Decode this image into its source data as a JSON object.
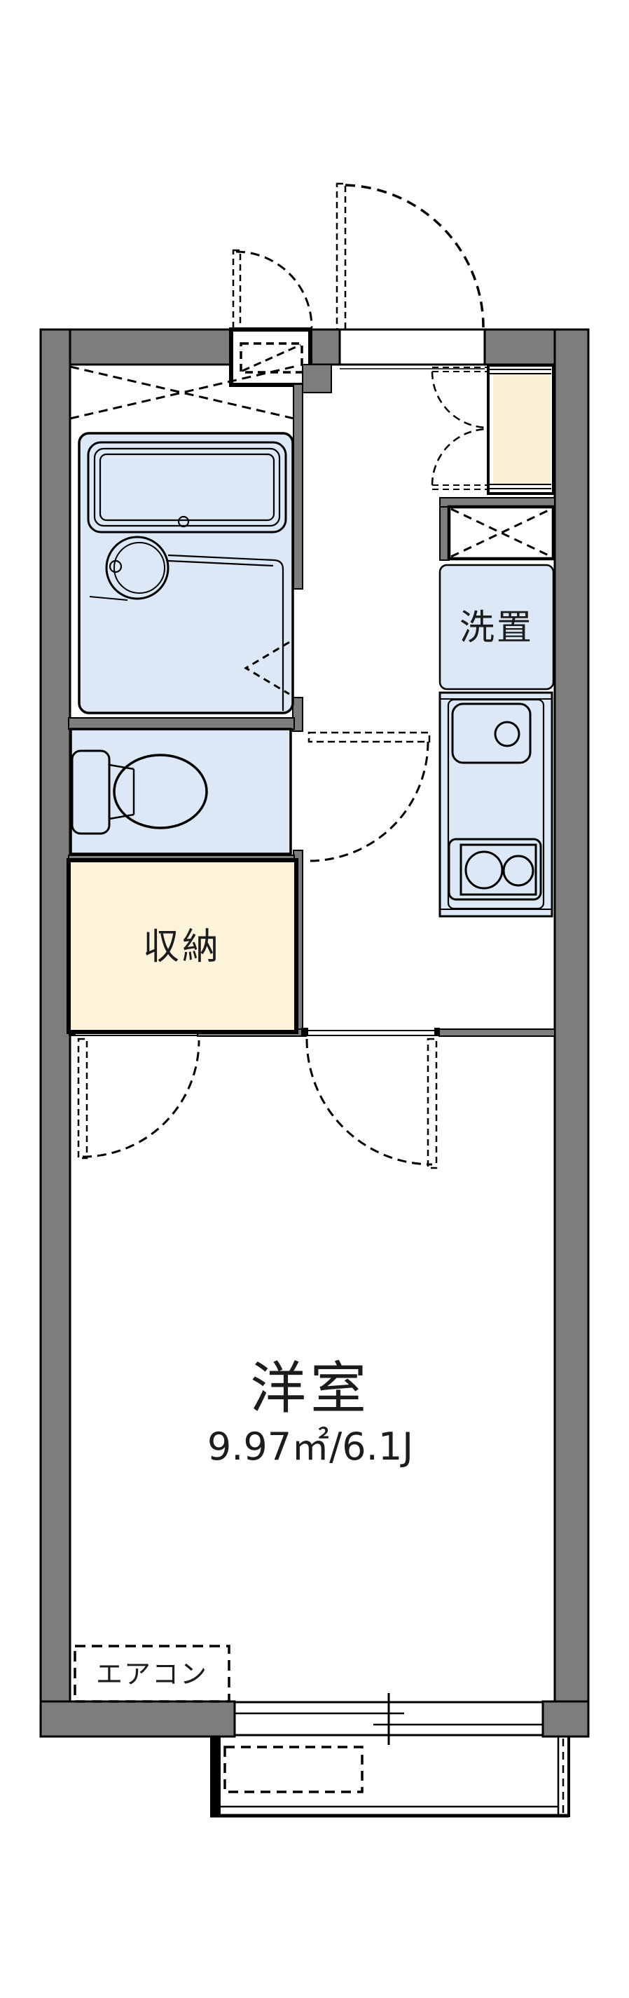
{
  "floorplan": {
    "type": "japanese-apartment-floor-plan",
    "rooms": [
      {
        "id": "main-room",
        "label": "洋室",
        "area_label": "9.97㎡/6.1J"
      },
      {
        "id": "storage",
        "label": "収納"
      },
      {
        "id": "laundry-space",
        "label": "洗置"
      },
      {
        "id": "aircon",
        "label": "エアコン"
      }
    ]
  },
  "colors": {
    "wall": "#7d7d7d",
    "blue": "#dde8f7",
    "cream": "#fdf2da",
    "cabinet": "#fbeed7",
    "line": "#000000",
    "bg": "#ffffff"
  }
}
